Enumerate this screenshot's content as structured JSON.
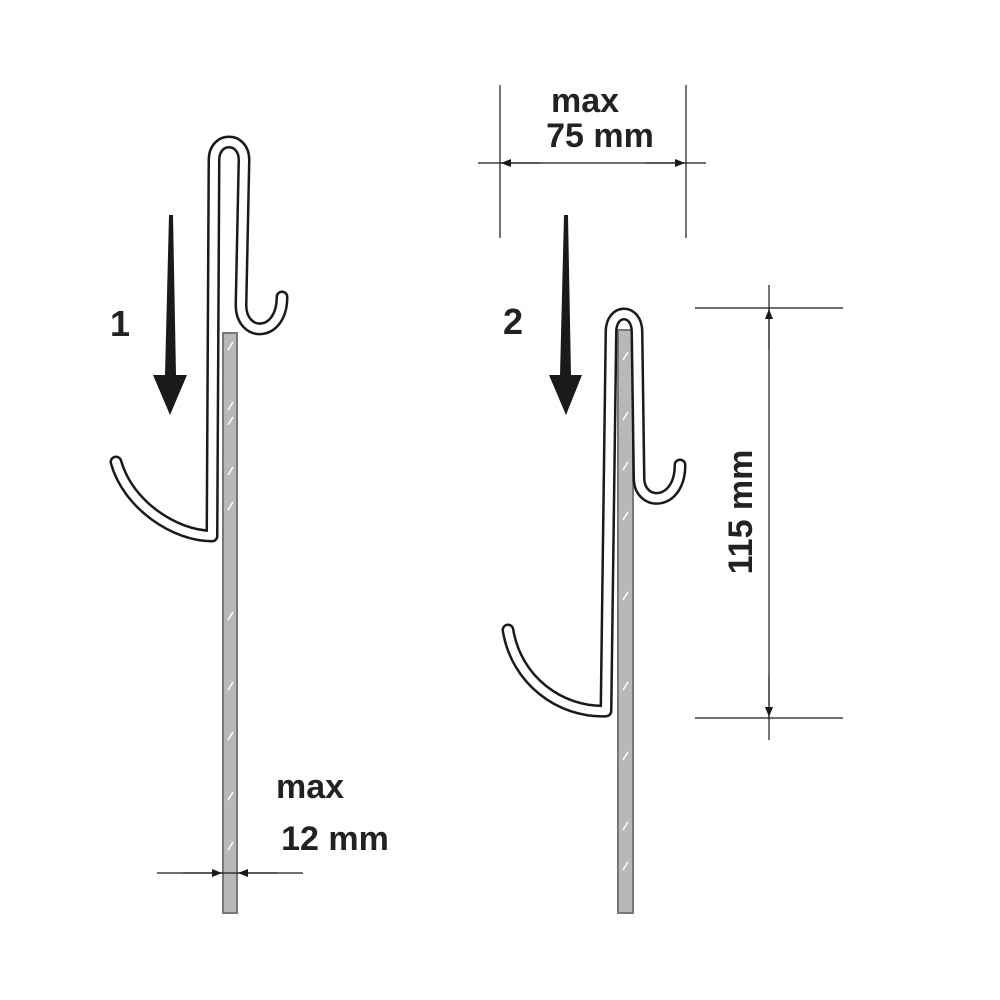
{
  "steps": {
    "step1": "1",
    "step2": "2"
  },
  "dimensions": {
    "width_max_label": "max",
    "width_value": "75 mm",
    "height_value": "115 mm",
    "thickness_max_label": "max",
    "thickness_value": "12 mm"
  },
  "colors": {
    "panel": "#b8b8b8",
    "panel_edge": "#777777",
    "ink": "#1a1a1a"
  }
}
